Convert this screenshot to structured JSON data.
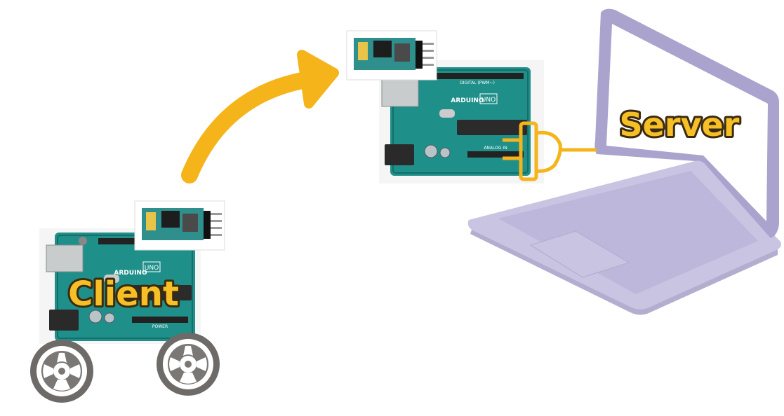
{
  "labels": {
    "client": "Client",
    "server": "Server"
  },
  "board_text": {
    "brand": "ARDUINO",
    "model": "UNO",
    "digital": "DIGITAL (PWM~)",
    "analog": "ANALOG IN",
    "power": "POWER"
  },
  "colors": {
    "accent": "#f5b41a",
    "label_fill": "#f6bf26",
    "label_stroke": "#3a2a10",
    "board": "#1f8f8a",
    "laptop": "#c9c4e2"
  },
  "icons": [
    "arduino-uno-board-icon",
    "bluetooth-module-icon",
    "wheel-icon",
    "laptop-icon",
    "arrow-icon",
    "usb-cable-icon"
  ]
}
